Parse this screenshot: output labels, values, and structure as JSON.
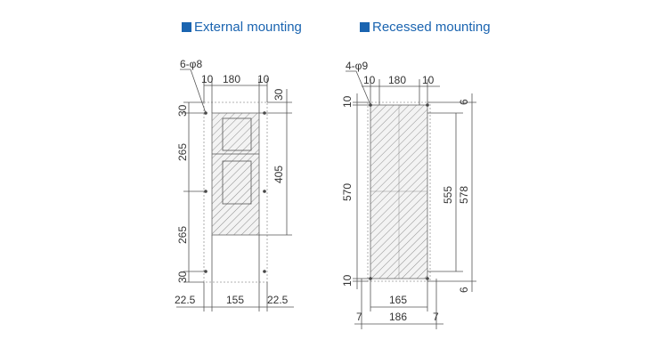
{
  "headings": {
    "external": "External mounting",
    "recessed": "Recessed mounting"
  },
  "external": {
    "holes": "6-φ8",
    "top_left": "10",
    "top_mid": "180",
    "top_right": "10",
    "right_top": "30",
    "right_height": "405",
    "left_top": "30",
    "left_upper": "265",
    "left_lower": "265",
    "left_bottom": "30",
    "bottom_left": "22.5",
    "bottom_mid": "155",
    "bottom_right": "22.5"
  },
  "recessed": {
    "holes": "4-φ9",
    "top_left": "10",
    "top_mid": "180",
    "top_right": "10",
    "left_top": "10",
    "left_height": "570",
    "left_bottom": "10",
    "right_top": "6",
    "right_inner": "555",
    "right_outer": "578",
    "right_bottom": "6",
    "bottom_inner": "165",
    "bottom_left": "7",
    "bottom_outer": "186",
    "bottom_right": "7"
  },
  "colors": {
    "accent": "#1a64b0",
    "line": "#555555"
  }
}
